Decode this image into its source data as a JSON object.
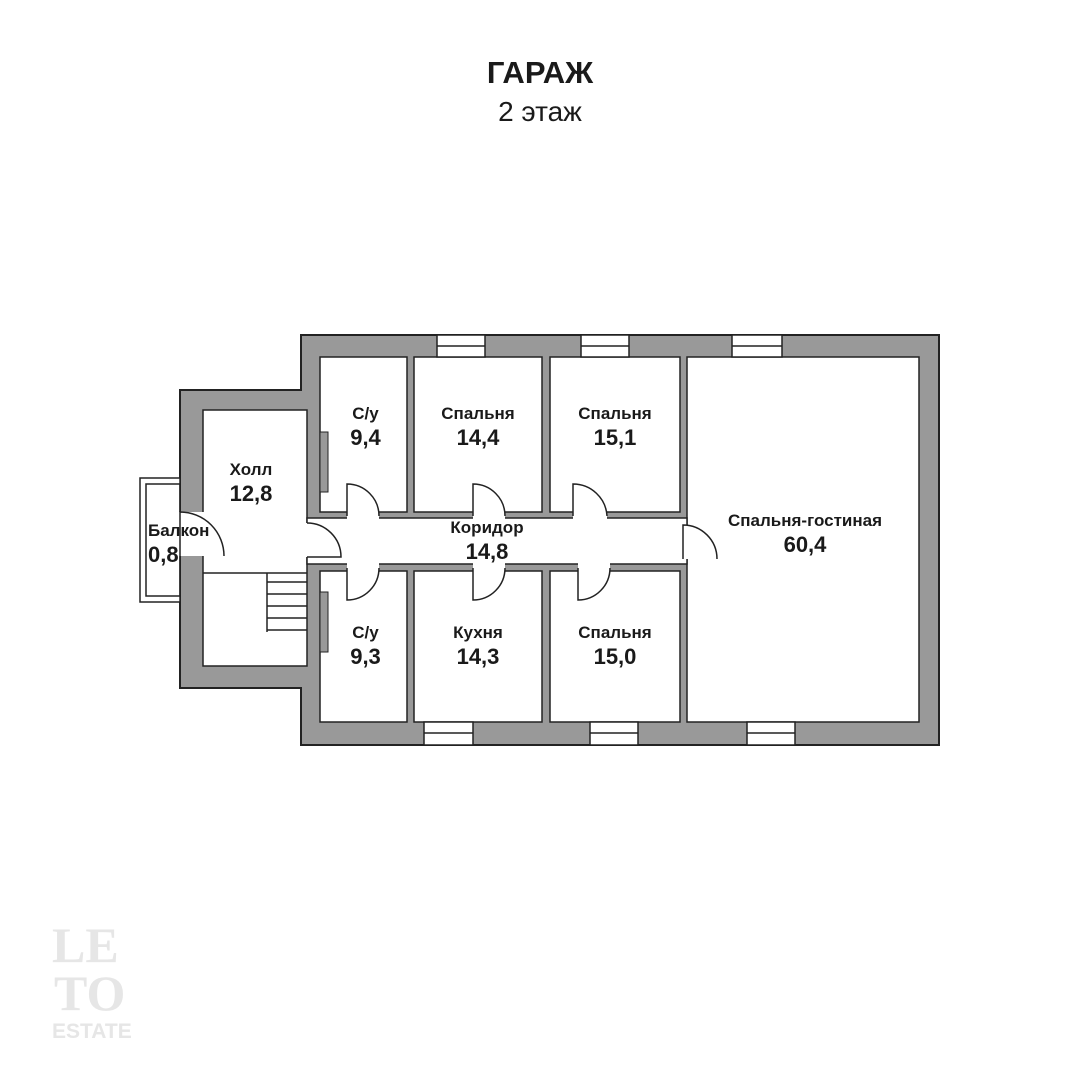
{
  "header": {
    "title": "ГАРАЖ",
    "subtitle": "2 этаж"
  },
  "rooms": {
    "su_top": {
      "name": "С/у",
      "area": "9,4"
    },
    "bedroom_1": {
      "name": "Спальня",
      "area": "14,4"
    },
    "bedroom_2": {
      "name": "Спальня",
      "area": "15,1"
    },
    "living": {
      "name": "Спальня-гостиная",
      "area": "60,4"
    },
    "hall": {
      "name": "Холл",
      "area": "12,8"
    },
    "balcony": {
      "name": "Балкон",
      "area": "0,8"
    },
    "corridor": {
      "name": "Коридор",
      "area": "14,8"
    },
    "su_bottom": {
      "name": "С/у",
      "area": "9,3"
    },
    "kitchen": {
      "name": "Кухня",
      "area": "14,3"
    },
    "bedroom_3": {
      "name": "Спальня",
      "area": "15,0"
    }
  },
  "watermark": {
    "line1": "LE",
    "line2": "TO",
    "line3": "ESTATE"
  },
  "colors": {
    "wall": "#999999",
    "wall_stroke": "#222222",
    "text": "#1a1a1a",
    "watermark": "#e6e6e6"
  }
}
